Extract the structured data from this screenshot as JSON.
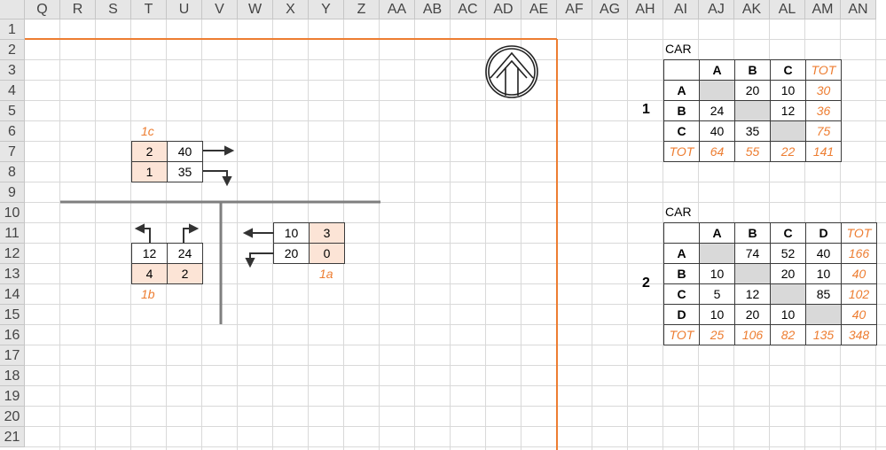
{
  "columns": [
    "Q",
    "R",
    "S",
    "T",
    "U",
    "V",
    "W",
    "X",
    "Y",
    "Z",
    "AA",
    "AB",
    "AC",
    "AD",
    "AE",
    "AF",
    "AG",
    "AH",
    "AI",
    "AJ",
    "AK",
    "AL",
    "AM",
    "AN"
  ],
  "rows": [
    "1",
    "2",
    "3",
    "4",
    "5",
    "6",
    "7",
    "8",
    "9",
    "10",
    "11",
    "12",
    "13",
    "14",
    "15",
    "16",
    "17",
    "18",
    "19",
    "20",
    "21"
  ],
  "diagram": {
    "label_1c": "1c",
    "label_1b": "1b",
    "label_1a": "1a",
    "box_1c": [
      "2",
      "40",
      "1",
      "35"
    ],
    "box_1b": [
      "12",
      "24",
      "4",
      "2"
    ],
    "box_1a": [
      "10",
      "3",
      "20",
      "0"
    ]
  },
  "table1": {
    "id": "1",
    "title": "CAR",
    "header": [
      "A",
      "B",
      "C",
      "TOT"
    ],
    "rows": [
      {
        "label": "A",
        "cells": [
          "",
          "20",
          "10",
          "30"
        ]
      },
      {
        "label": "B",
        "cells": [
          "24",
          "",
          "12",
          "36"
        ]
      },
      {
        "label": "C",
        "cells": [
          "40",
          "35",
          "",
          "75"
        ]
      },
      {
        "label": "TOT",
        "cells": [
          "64",
          "55",
          "22",
          "141"
        ]
      }
    ]
  },
  "table2": {
    "id": "2",
    "title": "CAR",
    "header": [
      "A",
      "B",
      "C",
      "D",
      "TOT"
    ],
    "rows": [
      {
        "label": "A",
        "cells": [
          "",
          "74",
          "52",
          "40",
          "166"
        ]
      },
      {
        "label": "B",
        "cells": [
          "10",
          "",
          "20",
          "10",
          "40"
        ]
      },
      {
        "label": "C",
        "cells": [
          "5",
          "12",
          "",
          "85",
          "102"
        ]
      },
      {
        "label": "D",
        "cells": [
          "10",
          "20",
          "10",
          "",
          "40"
        ]
      },
      {
        "label": "TOT",
        "cells": [
          "25",
          "106",
          "82",
          "135",
          "348"
        ]
      }
    ]
  },
  "colors": {
    "accent": "#ed7d31",
    "pink": "#fce4d6",
    "grayfill": "#d9d9d9",
    "road": "#7f7f7f"
  },
  "icons": {
    "north": "north-arrow-icon"
  }
}
